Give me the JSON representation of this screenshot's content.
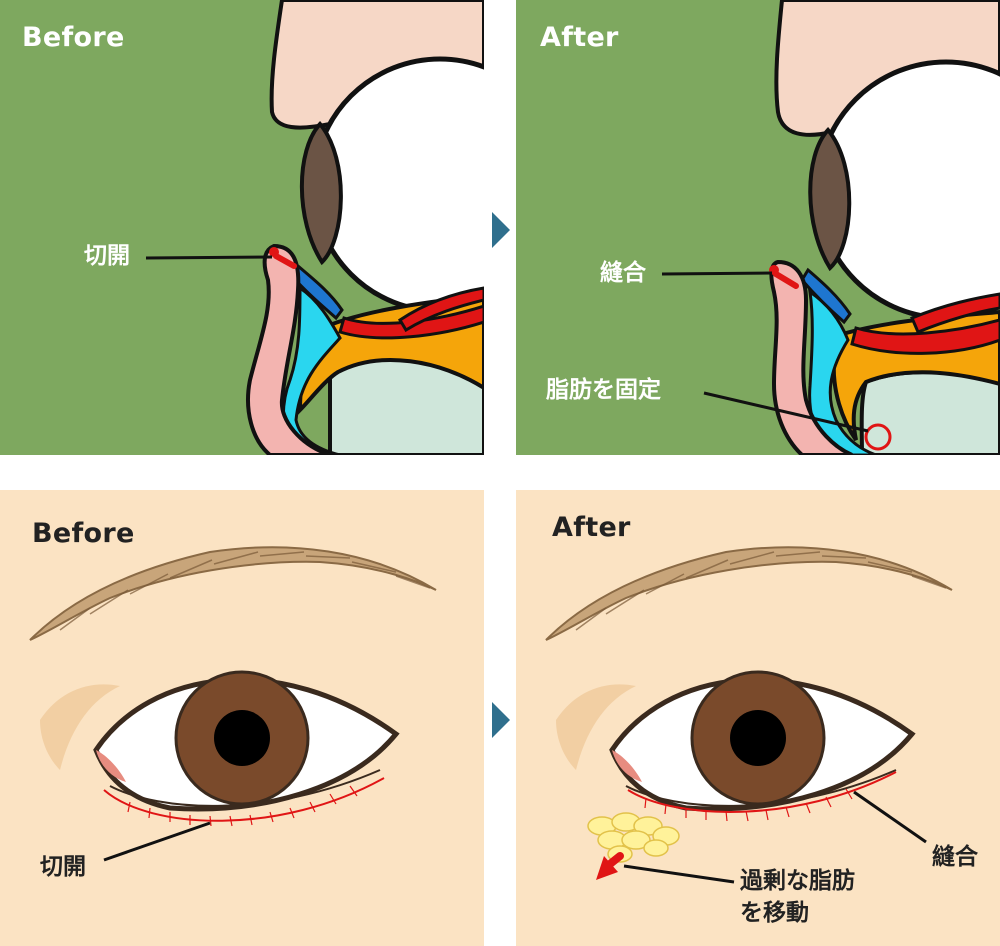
{
  "panels": {
    "p1": {
      "title": "Before",
      "label_incision": "切開"
    },
    "p2": {
      "title": "After",
      "label_suture": "縫合",
      "label_fat_fix": "脂肪を固定"
    },
    "p3": {
      "title": "Before",
      "label_incision": "切開"
    },
    "p4": {
      "title": "After",
      "label_suture": "縫合",
      "label_fat_move_line1": "過剰な脂肪",
      "label_fat_move_line2": "を移動"
    }
  },
  "arrows": [
    "right-arrow",
    "right-arrow"
  ],
  "colors": {
    "cross_section_bg": "#7ea85f",
    "skin_bg": "#fbe3c3",
    "arrow": "#2f6f8d",
    "muscle_red": "#e01515",
    "fat_orange": "#f5a50a",
    "conjunctiva_cyan": "#2ad6ef",
    "iris_brown": "#7a4a2b"
  }
}
